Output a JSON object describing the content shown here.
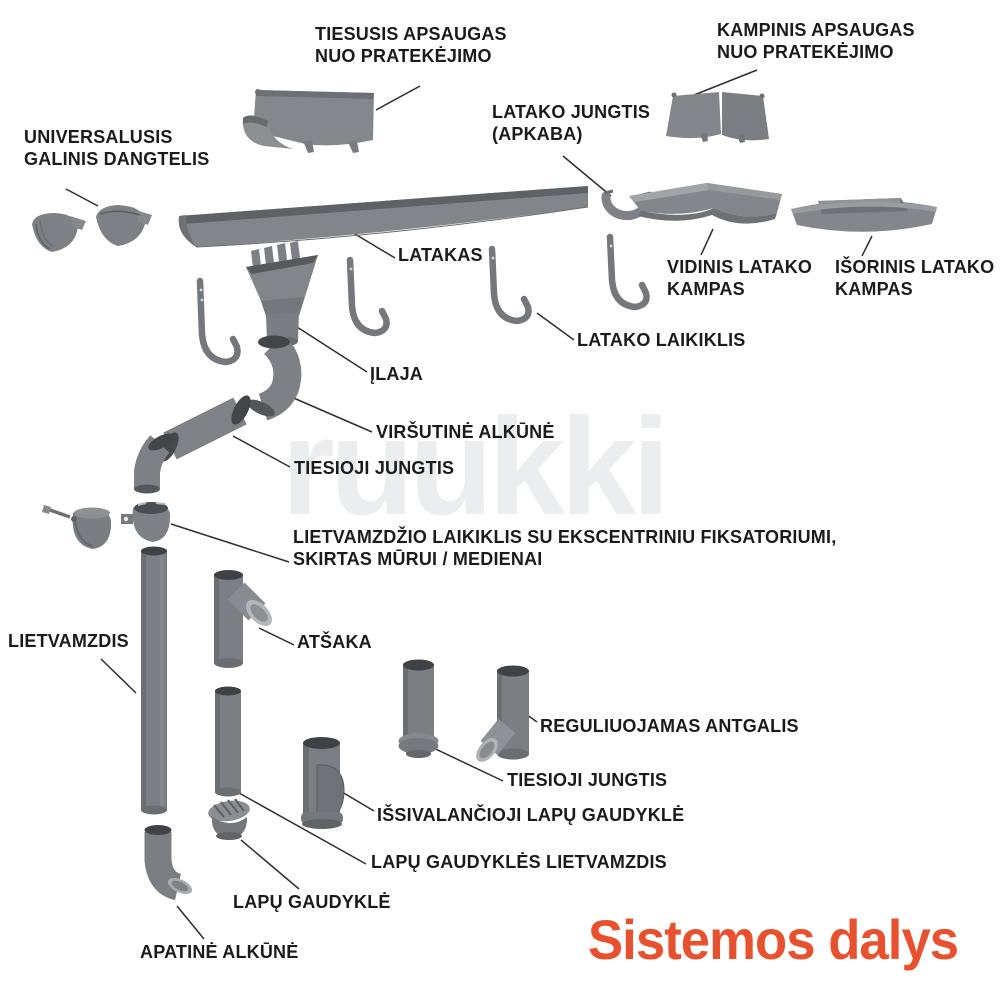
{
  "title": "Sistemos dalys",
  "watermark": "ruukki",
  "colors": {
    "accent_red": "#e8512d",
    "label_text": "#1b1b1b",
    "part_gray": "#7b7e82",
    "part_dark_opening": "#3f4245",
    "leader_line": "#2e2e2e",
    "watermark_gray": "#ecedee",
    "background": "#ffffff"
  },
  "labels": {
    "tiesusis_apsaugas": {
      "line1": "TIESUSIS APSAUGAS",
      "line2": "NUO PRATEKĖJIMO"
    },
    "kampinis_apsaugas": {
      "line1": "KAMPINIS APSAUGAS",
      "line2": "NUO PRATEKĖJIMO"
    },
    "universalus_dangtelis": {
      "line1": "UNIVERSALUSIS",
      "line2": "GALINIS DANGTELIS"
    },
    "latako_jungtis": {
      "line1": "LATAKO JUNGTIS",
      "line2": "(APKABA)"
    },
    "latakas": {
      "line1": "LATAKAS"
    },
    "vidinis_kampas": {
      "line1": "VIDINIS LATAKO",
      "line2": "KAMPAS"
    },
    "isorinis_kampas": {
      "line1": "IŠORINIS LATAKO",
      "line2": "KAMPAS"
    },
    "latako_laikiklis": {
      "line1": "LATAKO LAIKIKLIS"
    },
    "ilaja": {
      "line1": "ĮLAJA"
    },
    "virsutine_alkune": {
      "line1": "VIRŠUTINĖ ALKŪNĖ"
    },
    "tiesioji_jungtis_virsuje": {
      "line1": "TIESIOJI JUNGTIS"
    },
    "lietvamzdzio_laikiklis": {
      "line1": "LIETVAMZDŽIO LAIKIKLIS SU EKSCENTRINIU FIKSATORIUMI,",
      "line2": "SKIRTAS MŪRUI / MEDIENAI"
    },
    "lietvamzdis": {
      "line1": "LIETVAMZDIS"
    },
    "atsaka": {
      "line1": "ATŠAKA"
    },
    "reguliuojamas_antgalis": {
      "line1": "REGULIUOJAMAS ANTGALIS"
    },
    "tiesioji_jungtis_apacioje": {
      "line1": "TIESIOJI JUNGTIS"
    },
    "issivalancioji_gaudykle": {
      "line1": "IŠSIVALANČIOJI LAPŲ GAUDYKLĖ"
    },
    "gaudykles_lietvamzdis": {
      "line1": "LAPŲ GAUDYKLĖS LIETVAMZDIS"
    },
    "lapu_gaudykle": {
      "line1": "LAPŲ GAUDYKLĖ"
    },
    "apatine_alkune": {
      "line1": "APATINĖ ALKŪNĖ"
    }
  }
}
